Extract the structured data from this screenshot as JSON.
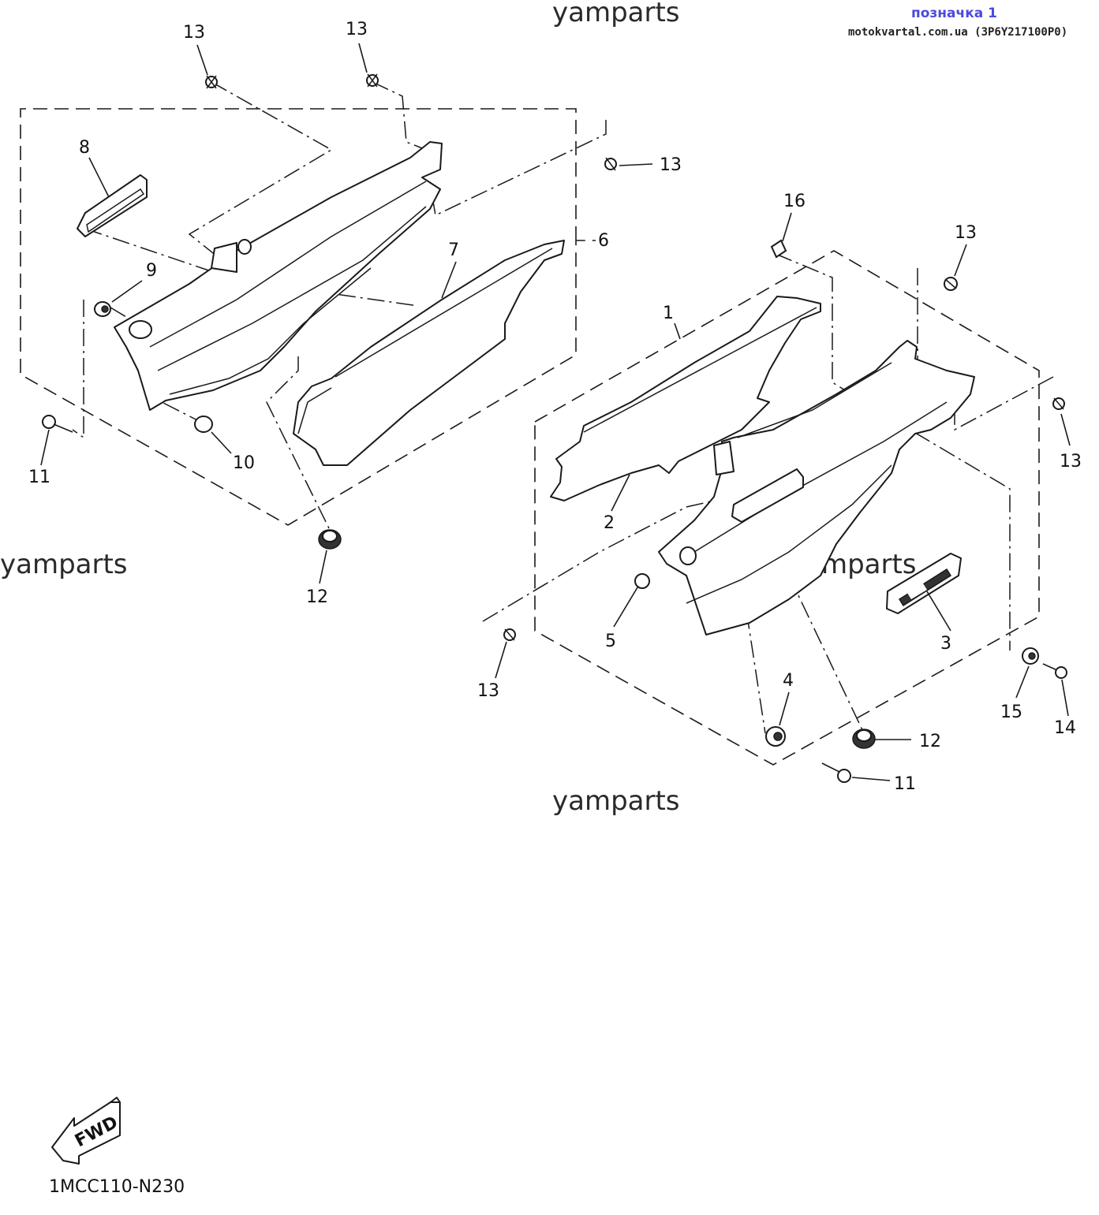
{
  "header": {
    "label": "позначка 1",
    "source": "motokvartal.com.ua (3P6Y217100P0)"
  },
  "watermarks": [
    "yamparts",
    "yamparts",
    "yamparts",
    "yamparts"
  ],
  "callouts": {
    "c13a": "13",
    "c13b": "13",
    "c13c": "13",
    "c13d": "13",
    "c13e": "13",
    "c13f": "13",
    "c8": "8",
    "c9": "9",
    "c6": "6",
    "c7": "7",
    "c10": "10",
    "c11a": "11",
    "c12a": "12",
    "c16": "16",
    "c1": "1",
    "c2": "2",
    "c3": "3",
    "c4": "4",
    "c5": "5",
    "c11b": "11",
    "c12b": "12",
    "c14": "14",
    "c15": "15"
  },
  "fwd_arrow": {
    "label": "FWD"
  },
  "diagram_code": "1MCC110-N230"
}
